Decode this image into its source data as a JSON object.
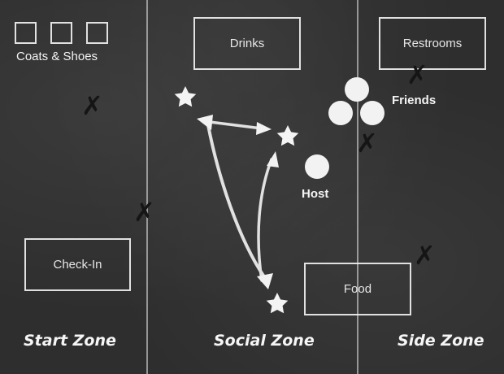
{
  "zones": [
    {
      "key": "start",
      "label": "Start Zone"
    },
    {
      "key": "social",
      "label": "Social Zone"
    },
    {
      "key": "side",
      "label": "Side Zone"
    }
  ],
  "stations": {
    "coats": "Coats & Shoes",
    "checkin": "Check-In",
    "drinks": "Drinks",
    "restrooms": "Restrooms",
    "food": "Food"
  },
  "people": {
    "friends": "Friends",
    "host": "Host"
  },
  "icons": {
    "guest_marker": "star-icon",
    "person_marker": "circle-icon",
    "x_mark": "x-mark-icon",
    "coat_slot": "square-icon"
  },
  "colors": {
    "board": "#2e2e2e",
    "chalk": "#f2f2f2",
    "x_mark": "#151515"
  }
}
